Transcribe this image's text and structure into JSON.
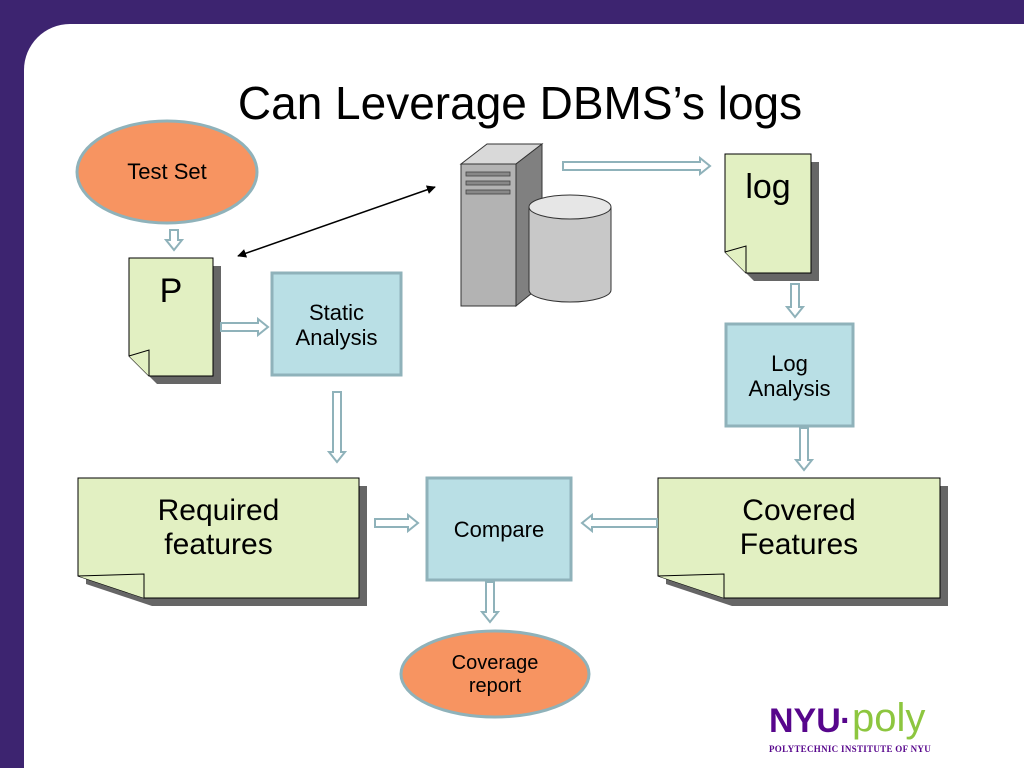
{
  "slide": {
    "title": "Can Leverage DBMS’s logs"
  },
  "nodes": {
    "test_set": "Test Set",
    "program": "P",
    "static_analysis": "Static\nAnalysis",
    "log_doc": "log",
    "log_analysis": "Log\nAnalysis",
    "required_features": "Required\nfeatures",
    "compare": "Compare",
    "covered_features": "Covered\nFeatures",
    "coverage_report": "Coverage\nreport"
  },
  "logo": {
    "nyu": "NYU",
    "separator": "·",
    "poly": "poly",
    "tagline": "POLYTECHNIC INSTITUTE OF NYU"
  },
  "colors": {
    "frame": "#3d2470",
    "process_box": "#b9dfe5",
    "document": "#e2f0c2",
    "ellipse": "#f79461",
    "arrow": "#8fb2ba",
    "logo_purple": "#57068c",
    "logo_green": "#8dc63f"
  }
}
